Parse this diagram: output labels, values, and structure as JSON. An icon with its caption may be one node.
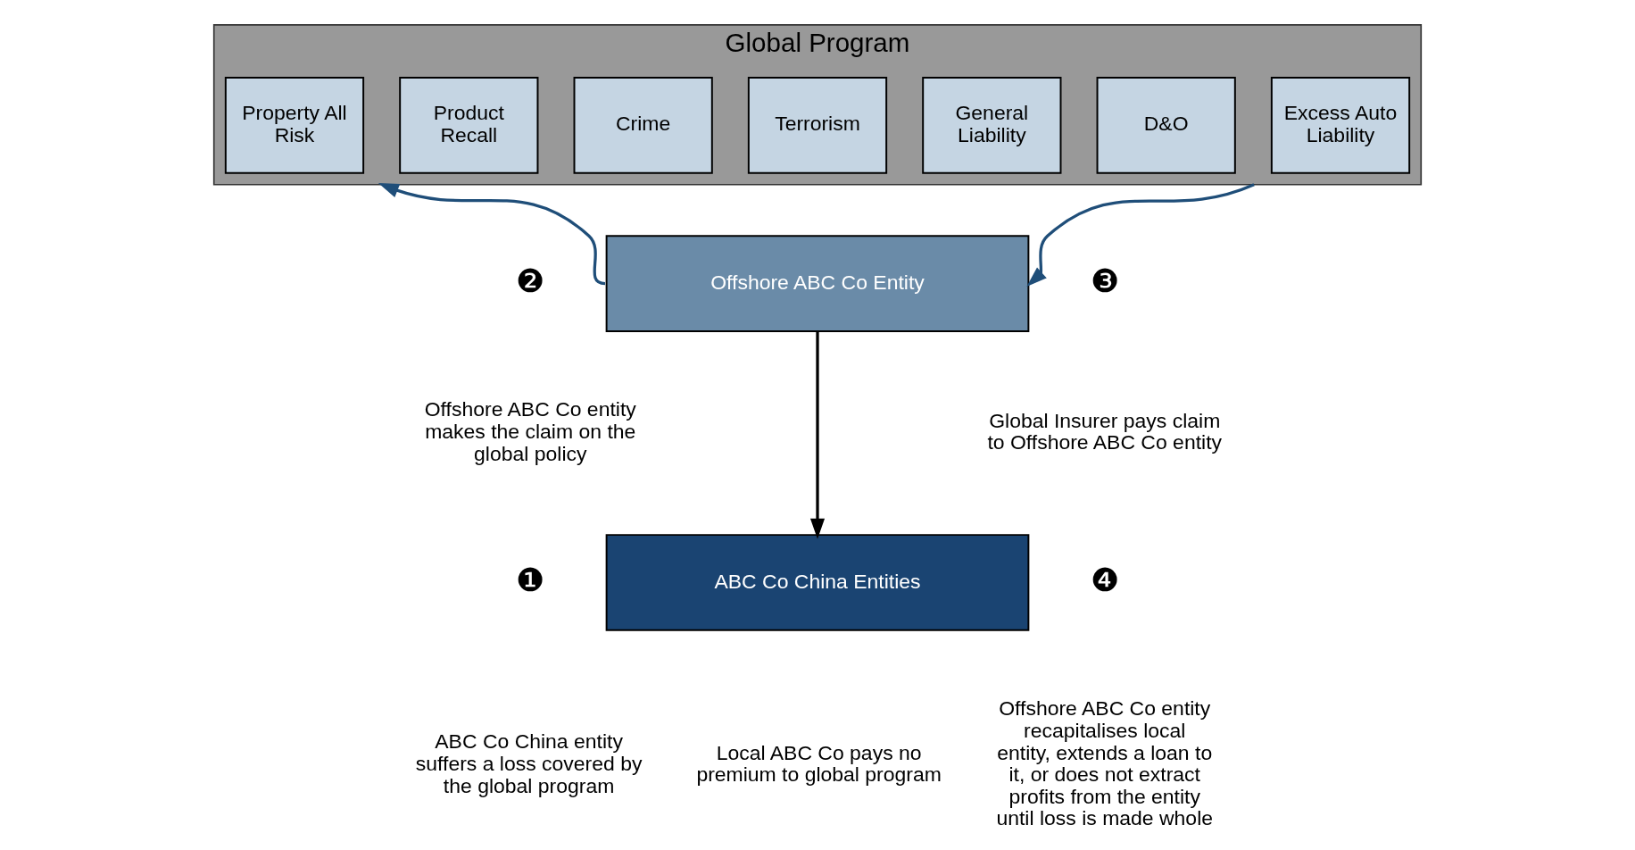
{
  "diagram": {
    "nodes": [
      {
        "text": [
          "Global Program"
        ]
      },
      {
        "text": [
          "Property All Risk"
        ],
        "in": 0
      },
      {
        "text": [
          "Product Recall"
        ],
        "in": 0
      },
      {
        "text": [
          "Crime"
        ],
        "in": 0
      },
      {
        "text": [
          "Terrorism"
        ],
        "in": 0
      },
      {
        "text": [
          "General Liability"
        ],
        "in": 0
      },
      {
        "text": [
          "D&O"
        ],
        "in": 0
      },
      {
        "text": [
          "Excess Auto Liability"
        ],
        "in": 0
      },
      {
        "text": [
          "Offshore ABC Co Entity"
        ]
      },
      {
        "text": [
          "ABC Co China Entities"
        ]
      }
    ],
    "edges": [
      {
        "from": 0,
        "to": 8,
        "arrow": "to"
      },
      {
        "from": 8,
        "to": 0,
        "arrow": "to"
      },
      {
        "from": 8,
        "to": 9,
        "arrow": "to",
        "color": "#000000"
      }
    ],
    "labels": [
      "❷",
      "❸",
      "Offshore ABC Co entity makes the claim on the global policy",
      "Global Insurer pays claim to Offshore ABC Co entity",
      "❶",
      "❹",
      "ABC Co China entity suffers a loss covered by the global program",
      "Offshore ABC Co entity recapitalises local entity, extends a loan to it, or does not extract profits from the entity until loss is made whole",
      "Local ABC Co pays no premium to global program"
    ]
  }
}
